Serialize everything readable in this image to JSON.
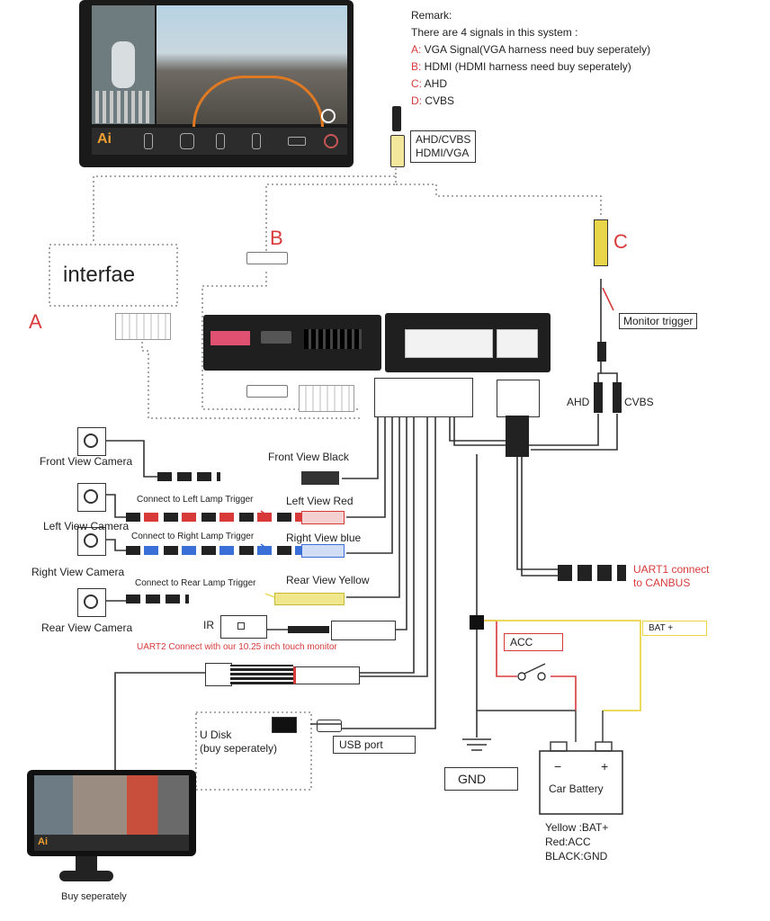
{
  "remark": {
    "title": "Remark:",
    "intro": "There are 4 signals in this system :",
    "items": [
      {
        "letter": "A:",
        "text": " VGA Signal(VGA harness need buy seperately)"
      },
      {
        "letter": "B:",
        "text": " HDMI (HDMI harness need buy seperately)"
      },
      {
        "letter": "C:",
        "text": " AHD"
      },
      {
        "letter": "D:",
        "text": " CVBS"
      }
    ]
  },
  "head_unit": {
    "logo": "Ai"
  },
  "input_label": {
    "line1": "AHD/CVBS",
    "line2": "HDMI/VGA"
  },
  "signal_letters": {
    "a": "A",
    "b": "B",
    "c": "C"
  },
  "interface_box": "interfae",
  "monitor_trigger": "Monitor trigger",
  "ahd_label": "AHD",
  "cvbs_label": "CVBS",
  "cameras": {
    "front": "Front View Camera",
    "left": "Left View Camera",
    "right": "Right View Camera",
    "rear": "Rear View Camera"
  },
  "wires": {
    "front": "Front View Black",
    "left": "Left View Red",
    "right": "Right View blue",
    "rear": "Rear View Yellow",
    "left_trigger": "Connect to Left Lamp Trigger",
    "right_trigger": "Connect to Right Lamp Trigger",
    "rear_trigger": "Connect to Rear Lamp Trigger"
  },
  "ir": "IR",
  "uart2": "UART2 Connect with our 10.25 inch touch monitor",
  "uart1": {
    "line1": "UART1 connect",
    "line2": "to CANBUS"
  },
  "power": {
    "acc": "ACC",
    "bat": "BAT +",
    "gnd": "GND",
    "battery": "Car Battery",
    "minus": "−",
    "plus": "+"
  },
  "usb": {
    "udisk_line1": "U Disk",
    "udisk_line2": "(buy seperately)",
    "port": "USB port"
  },
  "legend": {
    "yellow": "Yellow :BAT+",
    "red": "Red:ACC",
    "black": "BLACK:GND"
  },
  "monitor": {
    "logo": "Ai",
    "caption": "Buy seperately"
  },
  "colors": {
    "red": "#d83a3a",
    "yellow": "#e8d54a",
    "wire": "#333333",
    "blue": "#3a6fd8",
    "gray": "#888888"
  }
}
